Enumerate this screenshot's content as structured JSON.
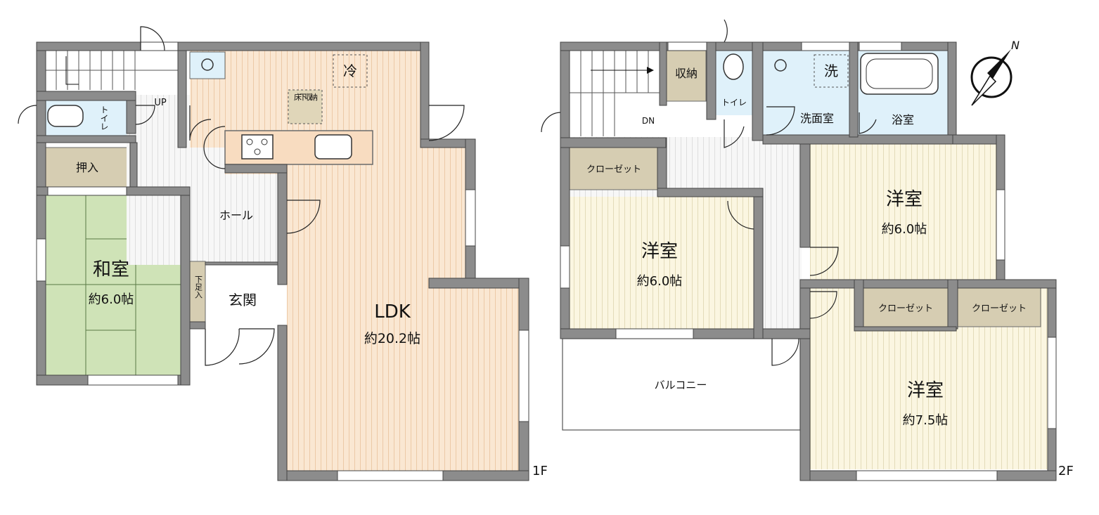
{
  "floor1": {
    "washitsu": {
      "name": "和室",
      "size": "約6.0帖"
    },
    "oshiire": "押入",
    "toilet": "トイレ",
    "up": "UP",
    "hall": "ホール",
    "genkan": "玄関",
    "getabako": "下足入",
    "ldk": {
      "name": "LDK",
      "size": "約20.2帖"
    },
    "fridge": "冷",
    "underfloor": "床下収納",
    "floor_label": "1F"
  },
  "floor2": {
    "dn": "DN",
    "storage": "収納",
    "toilet": "トイレ",
    "washroom": "洗面室",
    "washer": "洗",
    "bath": "浴室",
    "closet": "クローゼット",
    "room_left": {
      "name": "洋室",
      "size": "約6.0帖"
    },
    "room_right_top": {
      "name": "洋室",
      "size": "約6.0帖"
    },
    "room_right_bottom": {
      "name": "洋室",
      "size": "約7.5帖"
    },
    "balcony": "バルコニー",
    "floor_label": "2F"
  },
  "compass": {
    "north": "N"
  },
  "colors": {
    "wall": "#8c8c8c",
    "tatami": "#cfe3b7",
    "ldk_floor": "#fae7d2",
    "western_floor": "#fbf6e1",
    "storage": "#d6cdb2",
    "water": "#dff1fa",
    "hall_floor": "#f7f7f7"
  }
}
